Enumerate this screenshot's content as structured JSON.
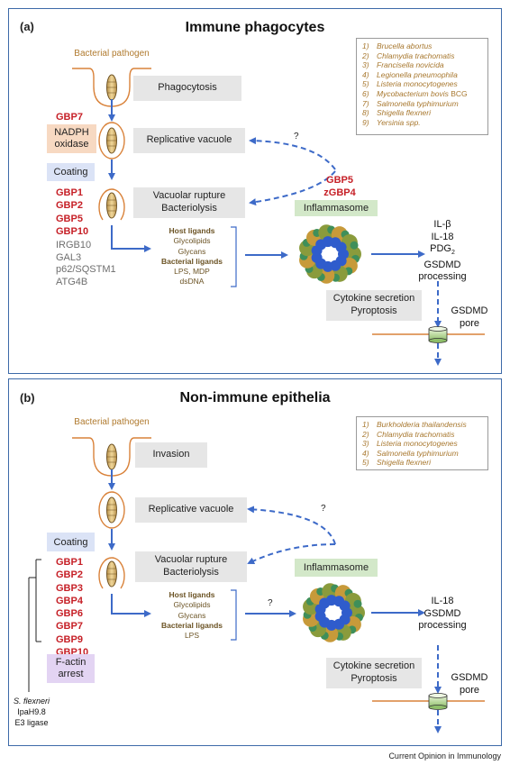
{
  "panel_a": {
    "label": "(a)",
    "title": "Immune phagocytes",
    "bacterial_pathogen": "Bacterial pathogen",
    "phagocytosis": "Phagocytosis",
    "gbp7": "GBP7",
    "nadph_line1": "NADPH",
    "nadph_line2": "oxidase",
    "replicative_vacuole": "Replicative vacuole",
    "coating": "Coating",
    "coating_gbps": [
      "GBP1",
      "GBP2",
      "GBP5",
      "GBP10"
    ],
    "cofactors": [
      "IRGB10",
      "GAL3",
      "p62/SQSTM1",
      "ATG4B"
    ],
    "rupture_line1": "Vacuolar rupture",
    "rupture_line2": "Bacteriolysis",
    "ligands": {
      "host_heading": "Host ligands",
      "host_items": [
        "Glycolipids",
        "Glycans"
      ],
      "bacterial_heading": "Bacterial ligands",
      "bacterial_items": [
        "LPS, MDP",
        "dsDNA"
      ]
    },
    "question_mark": "?",
    "gbp5": "GBP5",
    "zgbp4": "zGBP4",
    "inflammasome": "Inflammasome",
    "outputs": [
      "IL-β",
      "IL-18",
      "PDG",
      "GSDMD",
      "processing"
    ],
    "outputs_sub": "2",
    "secretion_line1": "Cytokine secretion",
    "secretion_line2": "Pyroptosis",
    "gsdmd_line1": "GSDMD",
    "gsdmd_line2": "pore",
    "organisms": [
      {
        "n": "1)",
        "name": "Brucella abortus"
      },
      {
        "n": "2)",
        "name": "Chlamydia trachomatis"
      },
      {
        "n": "3)",
        "name": "Francisella novicida"
      },
      {
        "n": "4)",
        "name": "Legionella pneumophila"
      },
      {
        "n": "5)",
        "name": "Listeria monocytogenes"
      },
      {
        "n": "6)",
        "name": "Mycobacterium bovis",
        "suffix": " BCG"
      },
      {
        "n": "7)",
        "name": "Salmonella typhimurium"
      },
      {
        "n": "8)",
        "name": "Shigella flexneri"
      },
      {
        "n": "9)",
        "name": "Yersinia spp."
      }
    ]
  },
  "panel_b": {
    "label": "(b)",
    "title": "Non-immune epithelia",
    "bacterial_pathogen": "Bacterial pathogen",
    "invasion": "Invasion",
    "replicative_vacuole": "Replicative vacuole",
    "question_mark_1": "?",
    "coating": "Coating",
    "coating_gbps": [
      "GBP1",
      "GBP2",
      "GBP3",
      "GBP4",
      "GBP6",
      "GBP7",
      "GBP9",
      "GBP10"
    ],
    "rupture_line1": "Vacuolar rupture",
    "rupture_line2": "Bacteriolysis",
    "ligands": {
      "host_heading": "Host ligands",
      "host_items": [
        "Glycolipids",
        "Glycans"
      ],
      "bacterial_heading": "Bacterial ligands",
      "bacterial_items": [
        "LPS"
      ]
    },
    "question_mark_2": "?",
    "inflammasome": "Inflammasome",
    "outputs": [
      "IL-18",
      "GSDMD",
      "processing"
    ],
    "factin_line1": "F-actin",
    "factin_line2": "arrest",
    "sflex_name": "S. flexneri",
    "sflex_line2": "IpaH9.8",
    "sflex_line3": "E3 ligase",
    "secretion_line1": "Cytokine secretion",
    "secretion_line2": "Pyroptosis",
    "gsdmd_line1": "GSDMD",
    "gsdmd_line2": "pore",
    "organisms": [
      {
        "n": "1)",
        "name": "Burkholderia thailandensis"
      },
      {
        "n": "2)",
        "name": "Chlamydia trachomatis"
      },
      {
        "n": "3)",
        "name": "Listeria monocytogenes"
      },
      {
        "n": "4)",
        "name": "Salmonella typhimurium"
      },
      {
        "n": "5)",
        "name": "Shigella flexneri"
      }
    ]
  },
  "footer": "Current Opinion in Immunology",
  "colors": {
    "panel_border": "#3d6aa8",
    "arrow_blue": "#3d6ac8",
    "membrane_orange": "#d9823a",
    "gbp_red": "#c62027",
    "grey_box": "#e6e6e6",
    "inflammasome_green": "#d3e8c9",
    "coating_blue": "#dbe3f6",
    "nadph_peach": "#f7d9c2",
    "factin_lilac": "#e3d4f3"
  }
}
